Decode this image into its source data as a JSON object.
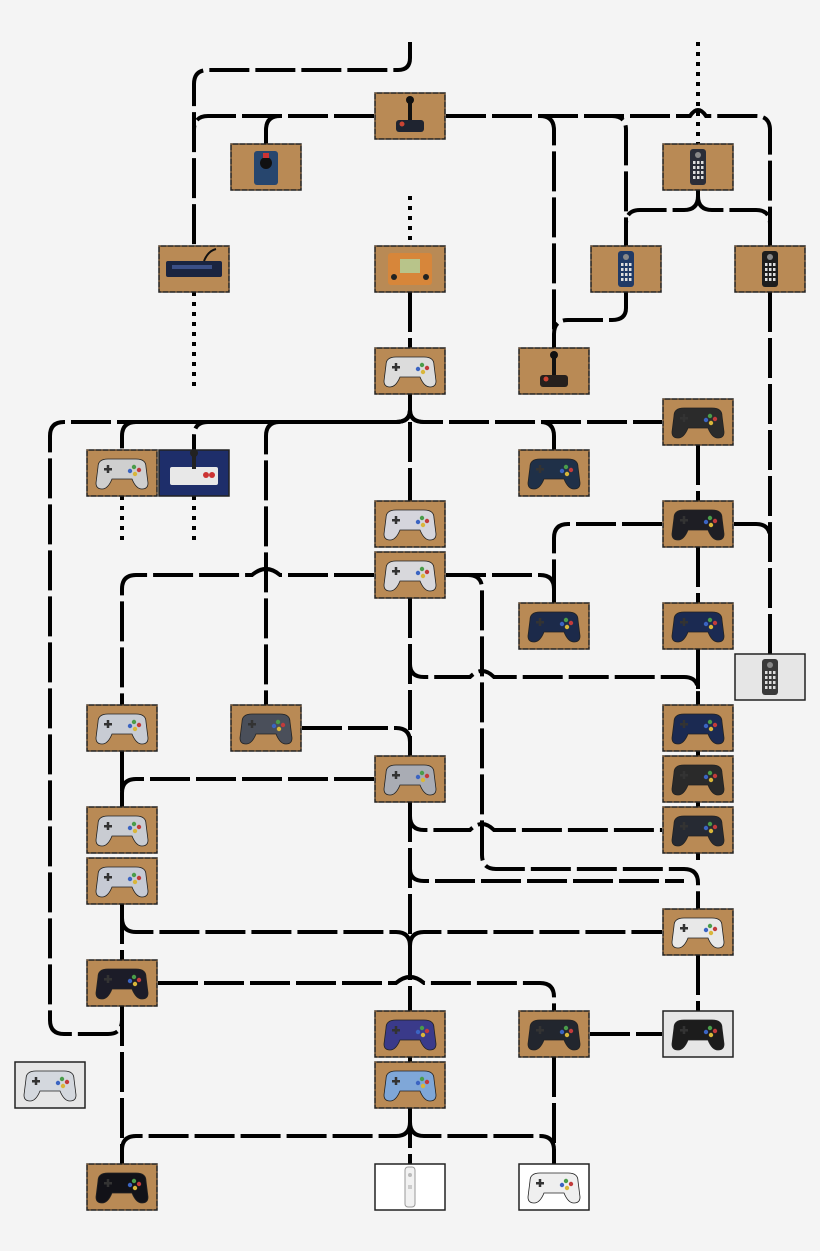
{
  "diagram": {
    "type": "game-controller-lineage",
    "colors": {
      "background": "#f4f4f4",
      "line": "#000000",
      "wood": "#b98a55",
      "wood_dark": "#8a6036",
      "white_bg": "#ffffff",
      "light_bg": "#e6e6e6"
    },
    "nodes": [
      {
        "id": "atari-joystick",
        "icon": "joystick-icon",
        "body": "#1f2430",
        "bg": "wood"
      },
      {
        "id": "paddle-controller",
        "icon": "paddle-icon",
        "body": "#27466e",
        "bg": "wood"
      },
      {
        "id": "intellivision-controller",
        "icon": "keypad-controller-icon",
        "body": "#2a2d38",
        "bg": "wood"
      },
      {
        "id": "odyssey-box",
        "icon": "console-box-icon",
        "body": "#1a2440",
        "bg": "wood"
      },
      {
        "id": "game-and-watch",
        "icon": "handheld-icon",
        "body": "#d7863a",
        "bg": "wood"
      },
      {
        "id": "colecovision-controller",
        "icon": "keypad-controller-icon",
        "body": "#203a66",
        "bg": "wood"
      },
      {
        "id": "atari-5200-controller",
        "icon": "keypad-controller-icon",
        "body": "#1d1d1d",
        "bg": "wood"
      },
      {
        "id": "nes-controller",
        "icon": "gamepad-icon",
        "body": "#dcdcdc",
        "bg": "wood"
      },
      {
        "id": "atari-2600-joystick",
        "icon": "joystick-icon",
        "body": "#26201d",
        "bg": "wood"
      },
      {
        "id": "master-system-controller",
        "icon": "gamepad-icon",
        "body": "#2b2b2b",
        "bg": "wood"
      },
      {
        "id": "nes-max-controller",
        "icon": "gamepad-icon",
        "body": "#cfcfcf",
        "bg": "wood"
      },
      {
        "id": "nes-advantage-stick",
        "icon": "arcade-stick-icon",
        "body": "#e8e8e8",
        "bg": "navy"
      },
      {
        "id": "atari-7800-controller",
        "icon": "gamepad-icon",
        "body": "#1f3048",
        "bg": "wood"
      },
      {
        "id": "snes-controller-us",
        "icon": "gamepad-icon",
        "body": "#d5d5dc",
        "bg": "wood"
      },
      {
        "id": "genesis-6-button",
        "icon": "gamepad-icon",
        "body": "#1e1e24",
        "bg": "wood"
      },
      {
        "id": "snes-controller",
        "icon": "gamepad-icon",
        "body": "#d8d8dc",
        "bg": "wood"
      },
      {
        "id": "genesis-3-button",
        "icon": "gamepad-icon",
        "body": "#1c2a4a",
        "bg": "wood"
      },
      {
        "id": "saturn-controller",
        "icon": "gamepad-icon",
        "body": "#1b2a52",
        "bg": "wood"
      },
      {
        "id": "jaguar-controller",
        "icon": "keypad-controller-icon",
        "body": "#3a3a3a",
        "bg": "light"
      },
      {
        "id": "playstation-controller",
        "icon": "gamepad-icon",
        "body": "#c8ccd4",
        "bg": "wood"
      },
      {
        "id": "virtual-boy-controller",
        "icon": "gamepad-icon",
        "body": "#4a4f5a",
        "bg": "wood"
      },
      {
        "id": "saturn-3d-controller",
        "icon": "gamepad-icon",
        "body": "#1b2a52",
        "bg": "wood"
      },
      {
        "id": "n64-controller",
        "icon": "gamepad-icon",
        "body": "#a9acb4",
        "bg": "wood"
      },
      {
        "id": "saturn-black-controller",
        "icon": "gamepad-icon",
        "body": "#2a2a2a",
        "bg": "wood"
      },
      {
        "id": "dual-analog-controller",
        "icon": "gamepad-icon",
        "body": "#c9ccd2",
        "bg": "wood"
      },
      {
        "id": "dualshock-controller",
        "icon": "gamepad-icon",
        "body": "#c6cad4",
        "bg": "wood"
      },
      {
        "id": "dreamcast-3d-controller",
        "icon": "gamepad-icon",
        "body": "#262a33",
        "bg": "wood"
      },
      {
        "id": "dreamcast-controller",
        "icon": "gamepad-icon",
        "body": "#e8e8e8",
        "bg": "wood"
      },
      {
        "id": "dualshock-2",
        "icon": "gamepad-icon",
        "body": "#1c1c28",
        "bg": "wood"
      },
      {
        "id": "gamecube-controller-indigo",
        "icon": "gamepad-icon",
        "body": "#3a3a8a",
        "bg": "wood"
      },
      {
        "id": "xbox-controller-s",
        "icon": "gamepad-icon",
        "body": "#22262e",
        "bg": "wood"
      },
      {
        "id": "xbox-duke-controller",
        "icon": "gamepad-icon",
        "body": "#1c1c1c",
        "bg": "light"
      },
      {
        "id": "gamecube-controller-blue",
        "icon": "gamepad-icon",
        "body": "#7fa7d8",
        "bg": "wood"
      },
      {
        "id": "wavebird-remote-style",
        "icon": "gamepad-icon",
        "body": "#d4d8de",
        "bg": "light"
      },
      {
        "id": "dualshock-3",
        "icon": "gamepad-icon",
        "body": "#121218",
        "bg": "wood"
      },
      {
        "id": "wii-remote",
        "icon": "wii-remote-icon",
        "body": "#f2f2f2",
        "bg": "white"
      },
      {
        "id": "xbox-360-controller",
        "icon": "gamepad-icon",
        "body": "#efefef",
        "bg": "white"
      }
    ]
  }
}
